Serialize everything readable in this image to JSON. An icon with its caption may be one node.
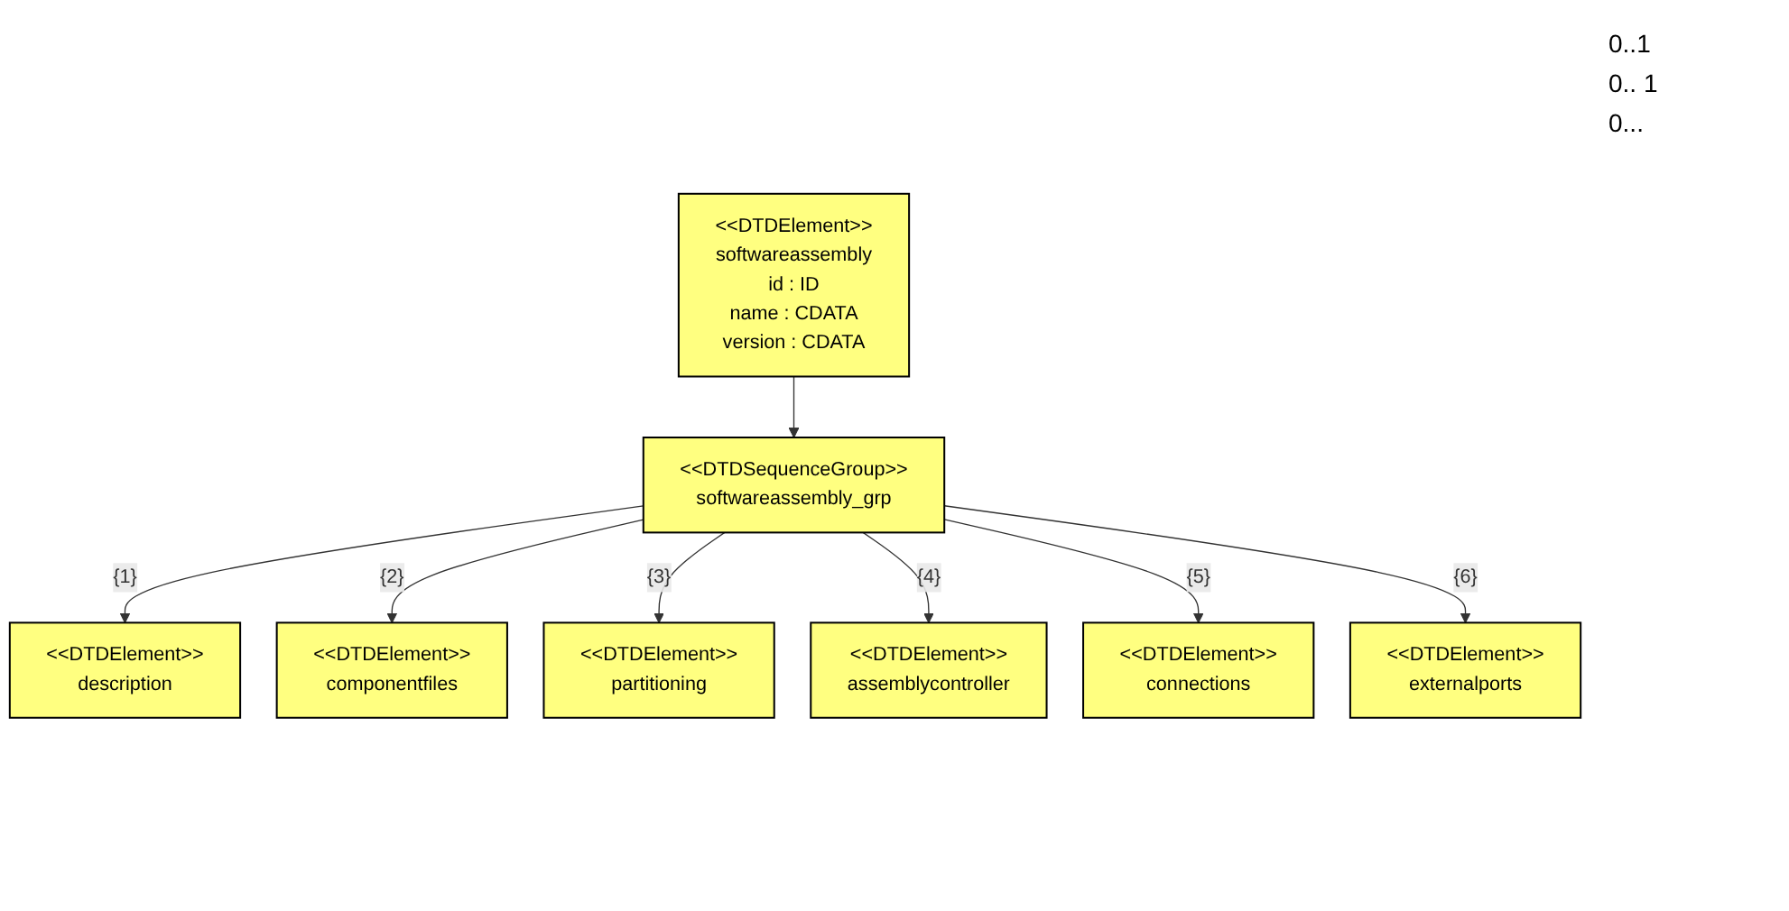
{
  "diagram": {
    "nodes": [
      {
        "text": [
          "<<DTDElement>>",
          "softwareassembly",
          "id : ID",
          "name : CDATA",
          "version : CDATA"
        ]
      },
      {
        "text": [
          "<<DTDSequenceGroup>>",
          "softwareassembly_grp"
        ]
      },
      {
        "text": [
          "<<DTDElement>>",
          "description"
        ]
      },
      {
        "text": [
          "<<DTDElement>>",
          "externalports"
        ]
      },
      {
        "text": [
          "<<DTDElement>>",
          "componentfiles"
        ]
      },
      {
        "text": [
          "<<DTDElement>>",
          "partitioning"
        ]
      },
      {
        "text": [
          "<<DTDElement>>",
          "assemblycontroller"
        ]
      },
      {
        "text": [
          "<<DTDElement>>",
          "connections"
        ]
      }
    ],
    "edges": [
      {
        "from": 0,
        "to": 1,
        "arrow": "to"
      },
      {
        "from": 1,
        "to": 2,
        "arrow": "to",
        "label": "{1}"
      },
      {
        "from": 1,
        "to": 4,
        "arrow": "to",
        "label": "{2}"
      },
      {
        "from": 1,
        "to": 5,
        "arrow": "to",
        "label": "{3}"
      },
      {
        "from": 1,
        "to": 6,
        "arrow": "to",
        "label": "{4}"
      },
      {
        "from": 1,
        "to": 7,
        "arrow": "to",
        "label": "{5}"
      },
      {
        "from": 1,
        "to": 3,
        "arrow": "to",
        "label": "{6}"
      }
    ],
    "labels": [
      "0..1",
      "0.. 1",
      "0..."
    ]
  }
}
